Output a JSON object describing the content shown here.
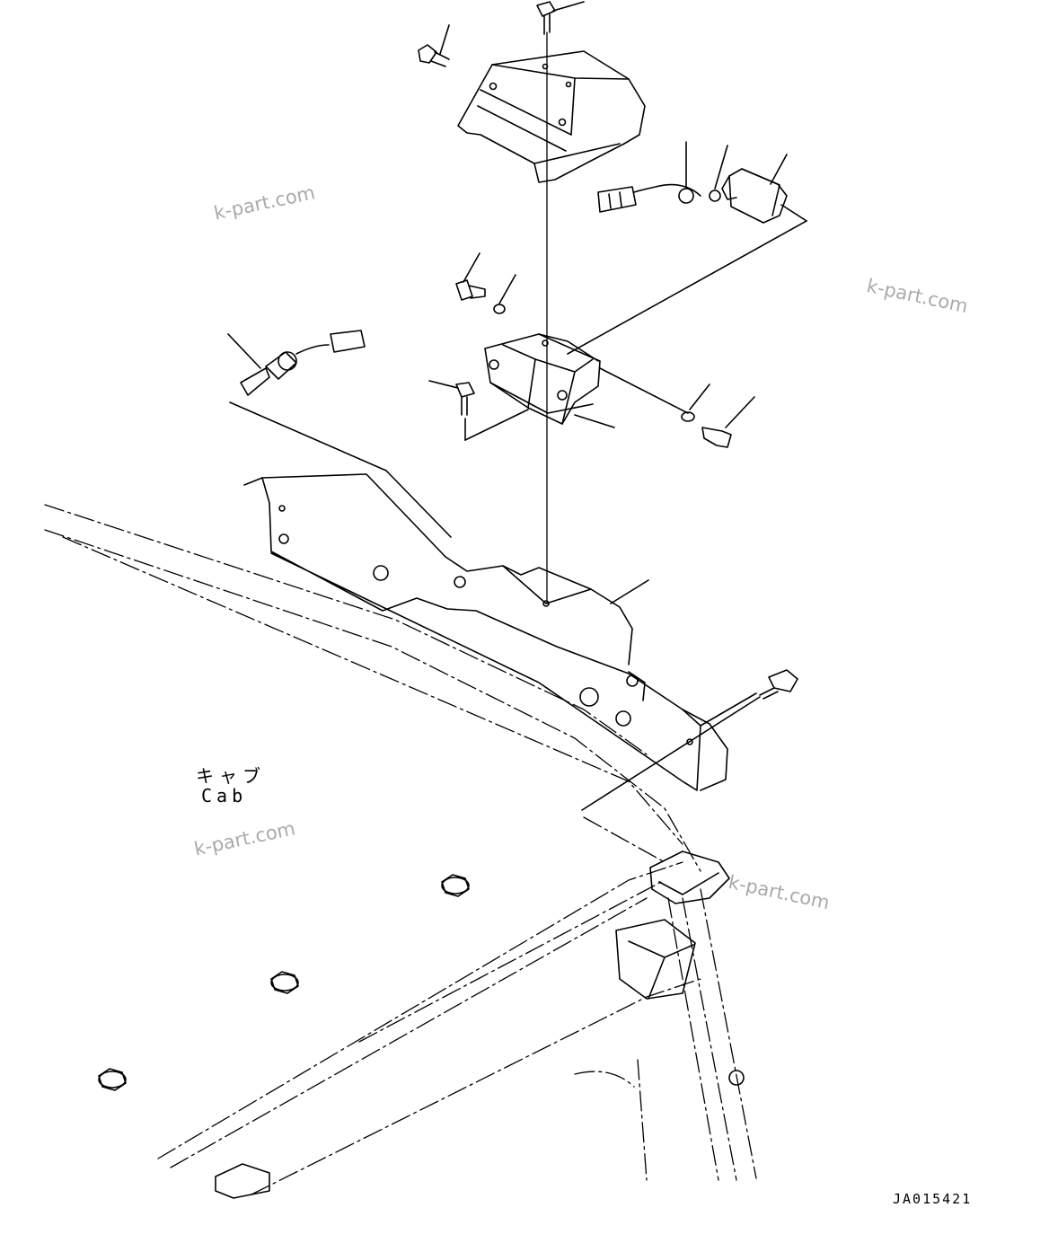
{
  "labels": {
    "cab_jp": "キャブ",
    "cab_en": "Cab",
    "drawing_code": "JA015421"
  },
  "watermarks": [
    "k-part.com",
    "k-part.com",
    "k-part.com",
    "k-part.com"
  ],
  "colors": {
    "line": "#000000",
    "watermark": "#aaaaaa",
    "background": "#ffffff"
  }
}
